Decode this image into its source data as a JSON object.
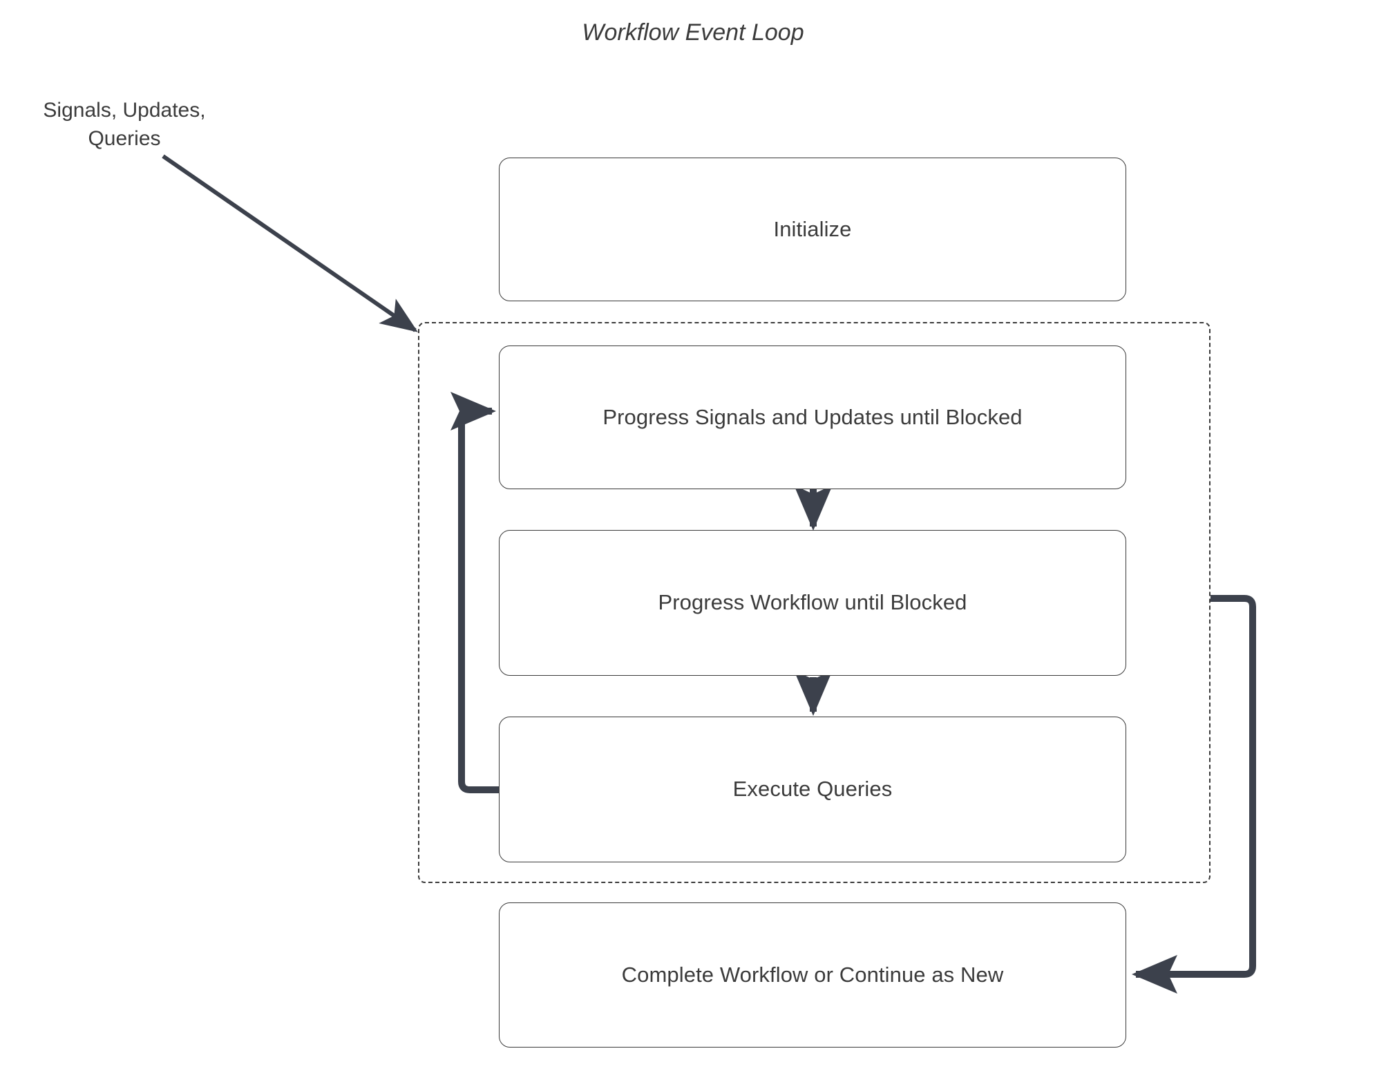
{
  "diagram": {
    "title": "Workflow Event Loop",
    "type": "flowchart",
    "external_input_label": "Signals, Updates,\nQueries",
    "accent_color": "#3c414c",
    "box_border_color": "#3a3a3a",
    "text_color": "#3b3b3b",
    "background_color": "#ffffff",
    "loop_container": {
      "name": "event-loop-region",
      "style": "dashed"
    },
    "nodes": [
      {
        "id": "initialize",
        "label": "Initialize"
      },
      {
        "id": "progress-signals-updates",
        "label": "Progress Signals and Updates until Blocked"
      },
      {
        "id": "progress-workflow",
        "label": "Progress Workflow until Blocked"
      },
      {
        "id": "execute-queries",
        "label": "Execute Queries"
      },
      {
        "id": "complete-or-continue",
        "label": "Complete Workflow or Continue as New"
      }
    ],
    "edges": [
      {
        "from": "external-input",
        "to": "event-loop-region",
        "kind": "diagonal-arrow"
      },
      {
        "from": "progress-signals-updates",
        "to": "progress-workflow",
        "kind": "down-arrow"
      },
      {
        "from": "progress-workflow",
        "to": "execute-queries",
        "kind": "down-arrow"
      },
      {
        "from": "execute-queries",
        "to": "progress-signals-updates",
        "kind": "loop-back-left"
      },
      {
        "from": "event-loop-region",
        "to": "complete-or-continue",
        "kind": "loop-right-exit"
      }
    ]
  }
}
